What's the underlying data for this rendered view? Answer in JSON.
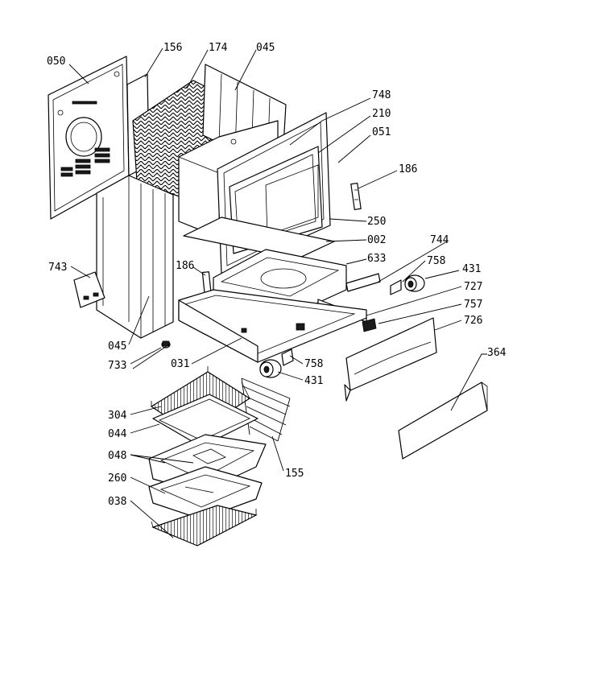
{
  "labels": [
    {
      "id": "l050a",
      "text": "050"
    },
    {
      "id": "l156",
      "text": "156"
    },
    {
      "id": "l174",
      "text": "174"
    },
    {
      "id": "l045a",
      "text": "045"
    },
    {
      "id": "l748",
      "text": "748"
    },
    {
      "id": "l210",
      "text": "210"
    },
    {
      "id": "l051",
      "text": "051"
    },
    {
      "id": "l186a",
      "text": "186"
    },
    {
      "id": "l250",
      "text": "250"
    },
    {
      "id": "l002",
      "text": "002"
    },
    {
      "id": "l744",
      "text": "744"
    },
    {
      "id": "l633",
      "text": "633"
    },
    {
      "id": "l758a",
      "text": "758"
    },
    {
      "id": "l431a",
      "text": "431"
    },
    {
      "id": "l727",
      "text": "727"
    },
    {
      "id": "l757",
      "text": "757"
    },
    {
      "id": "l726",
      "text": "726"
    },
    {
      "id": "l743",
      "text": "743"
    },
    {
      "id": "l186b",
      "text": "186"
    },
    {
      "id": "l045b",
      "text": "045"
    },
    {
      "id": "l733",
      "text": "733"
    },
    {
      "id": "l031",
      "text": "031"
    },
    {
      "id": "l758b",
      "text": "758"
    },
    {
      "id": "l431b",
      "text": "431"
    },
    {
      "id": "l364",
      "text": "364"
    },
    {
      "id": "l304",
      "text": "304"
    },
    {
      "id": "l044",
      "text": "044"
    },
    {
      "id": "l048",
      "text": "048"
    },
    {
      "id": "l155",
      "text": "155"
    },
    {
      "id": "l260",
      "text": "260"
    },
    {
      "id": "l038",
      "text": "038"
    }
  ]
}
